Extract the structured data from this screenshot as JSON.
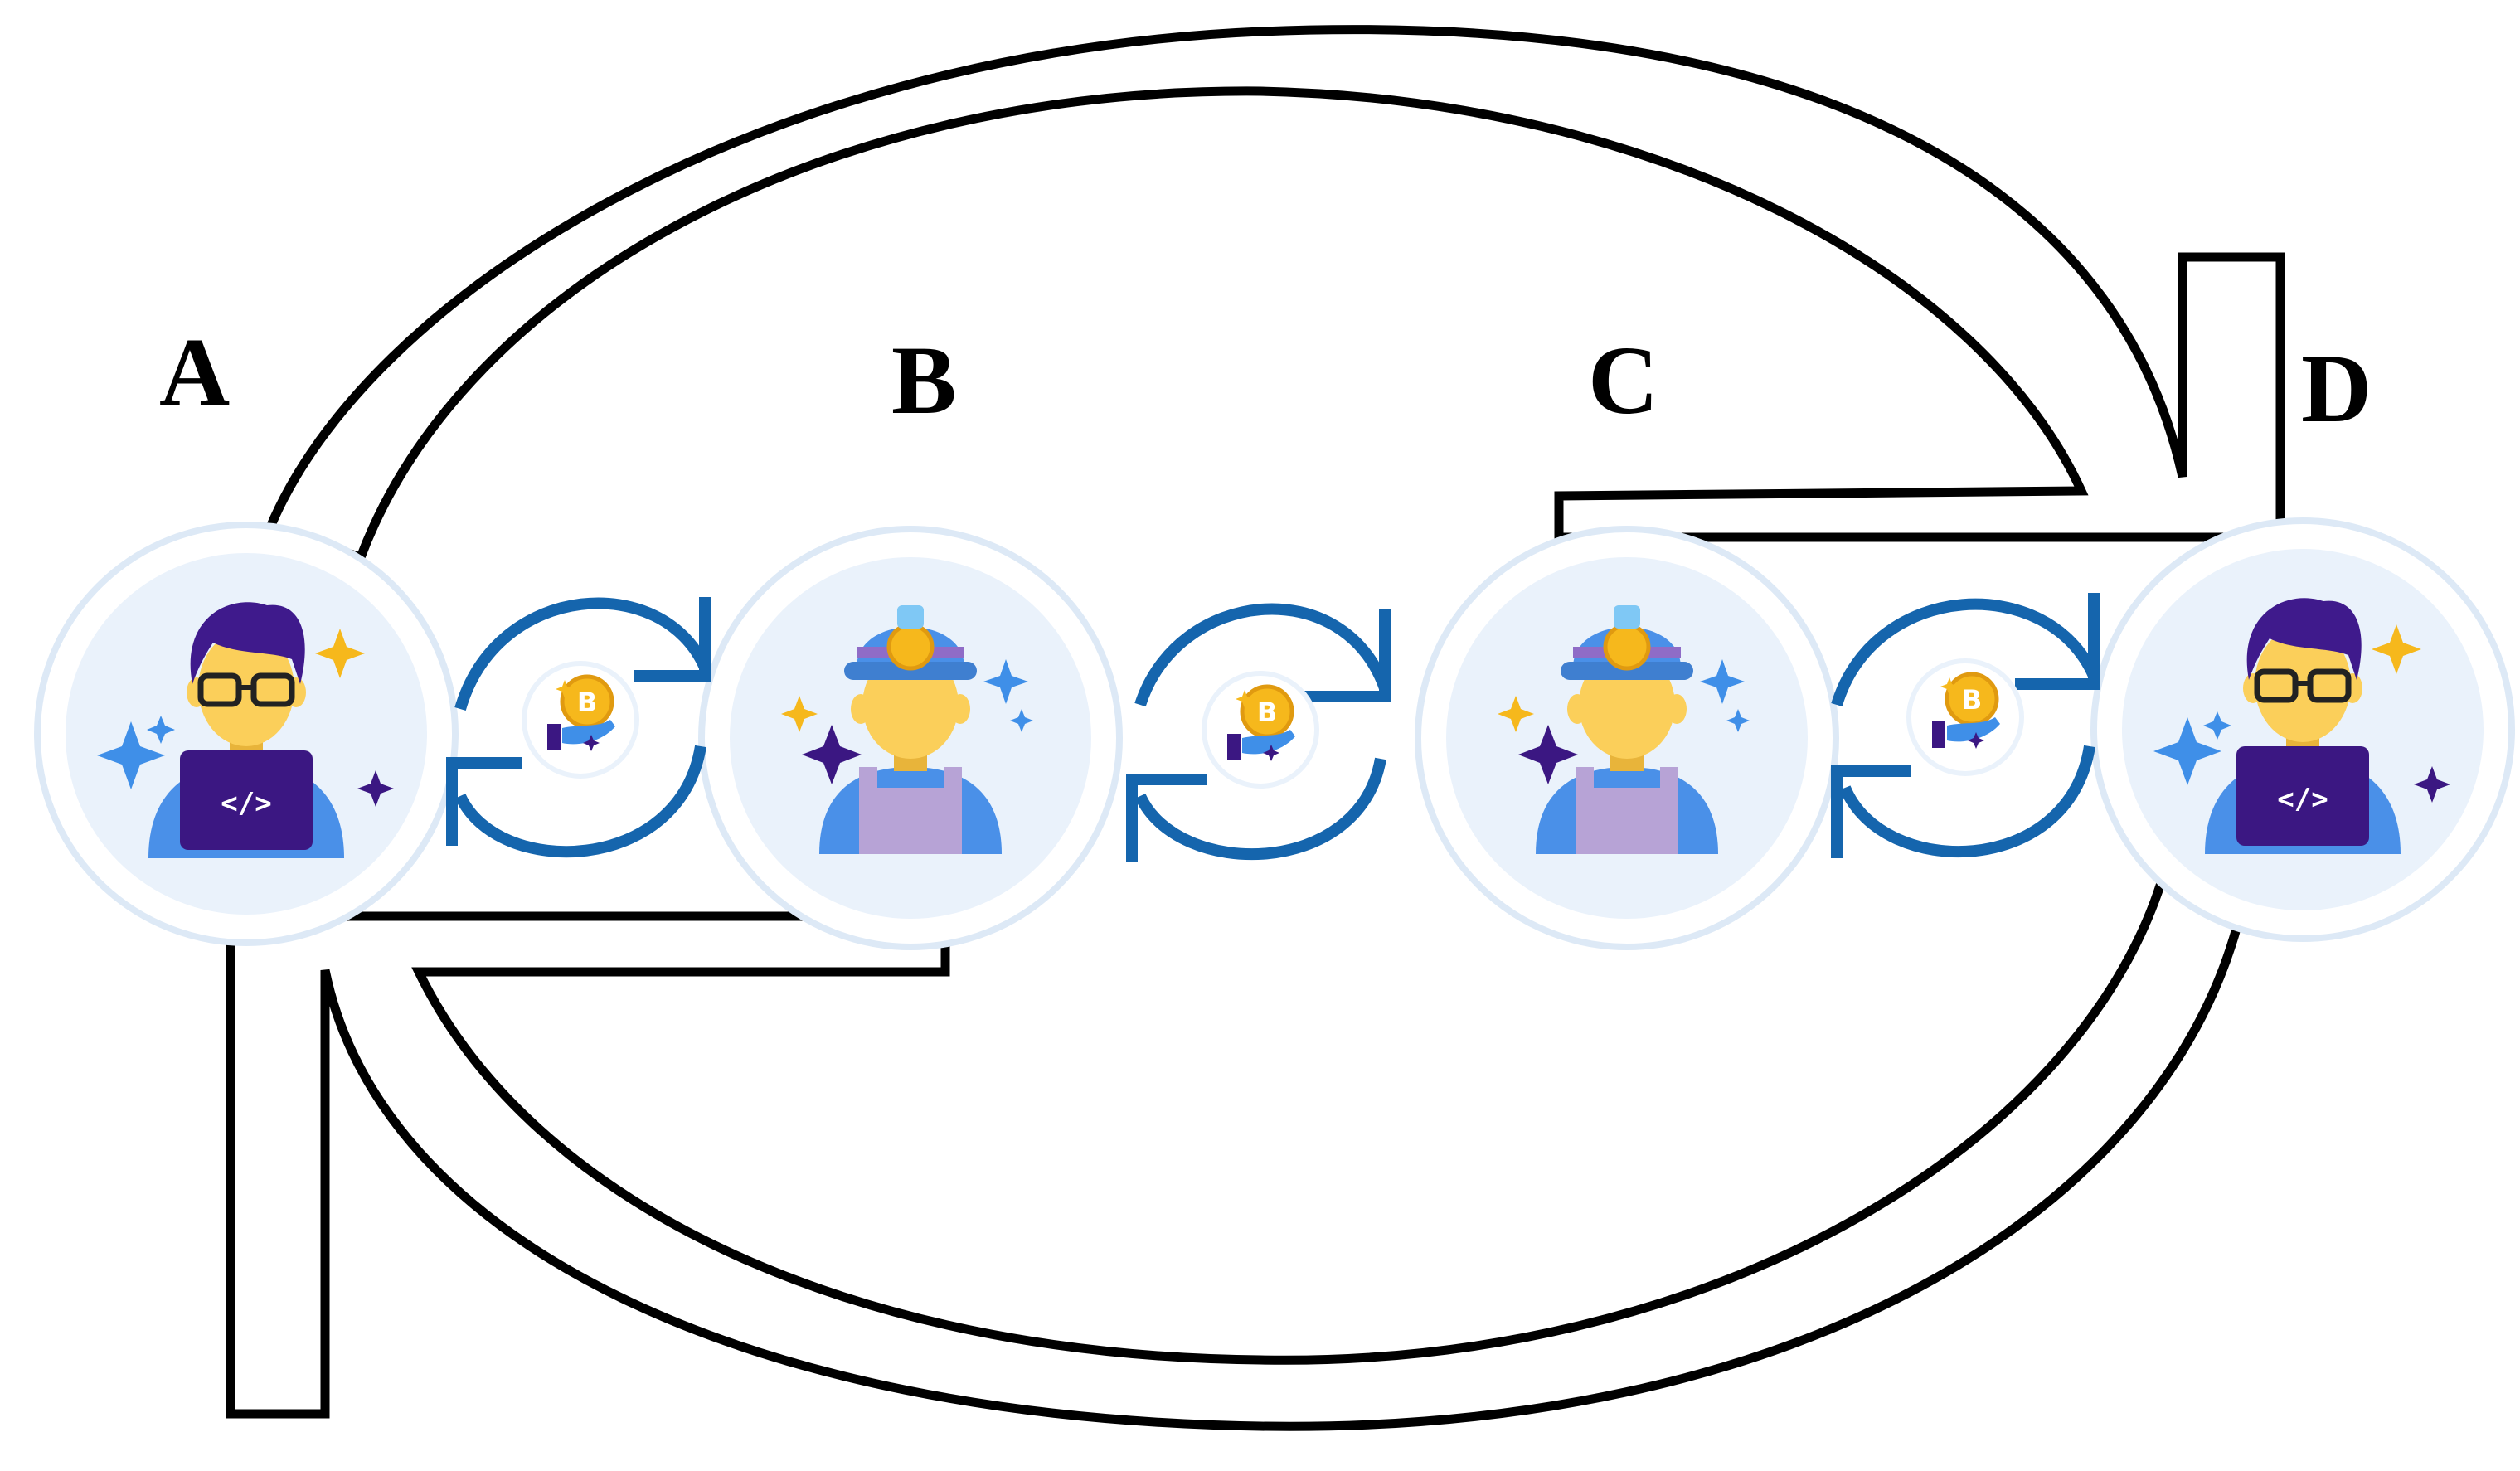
{
  "nodes": [
    {
      "id": "A",
      "label": "A",
      "role": "developer",
      "icon": "developer-icon"
    },
    {
      "id": "B",
      "label": "B",
      "role": "miner",
      "icon": "miner-icon"
    },
    {
      "id": "C",
      "label": "C",
      "role": "miner",
      "icon": "miner-icon"
    },
    {
      "id": "D",
      "label": "D",
      "role": "developer",
      "icon": "developer-icon"
    }
  ],
  "exchanges": [
    {
      "between": [
        "A",
        "B"
      ],
      "icon": "coin-exchange-icon"
    },
    {
      "between": [
        "B",
        "C"
      ],
      "icon": "coin-exchange-icon"
    },
    {
      "between": [
        "C",
        "D"
      ],
      "icon": "coin-exchange-icon"
    }
  ],
  "loop_arrows": [
    {
      "from": "D",
      "to": "A",
      "icon": "large-loop-arrow"
    },
    {
      "from": "A",
      "to": "D",
      "icon": "large-loop-arrow"
    }
  ],
  "colors": {
    "exchange_arrow": "#1565ad",
    "circle_fill": "#eaf2fb",
    "circle_ring": "#dde9f6",
    "skin": "#fbcf5a",
    "hair": "#3f1a8c",
    "laptop": "#3b1782",
    "shirt": "#4a90e8",
    "helmet": "#4a90e8",
    "overalls": "#b7a3d6",
    "coin": "#f6b81c",
    "sparkle_blue": "#3f8fe8",
    "sparkle_yellow": "#f6b81c",
    "sparkle_purple": "#3b1782",
    "outline": "#000000"
  }
}
